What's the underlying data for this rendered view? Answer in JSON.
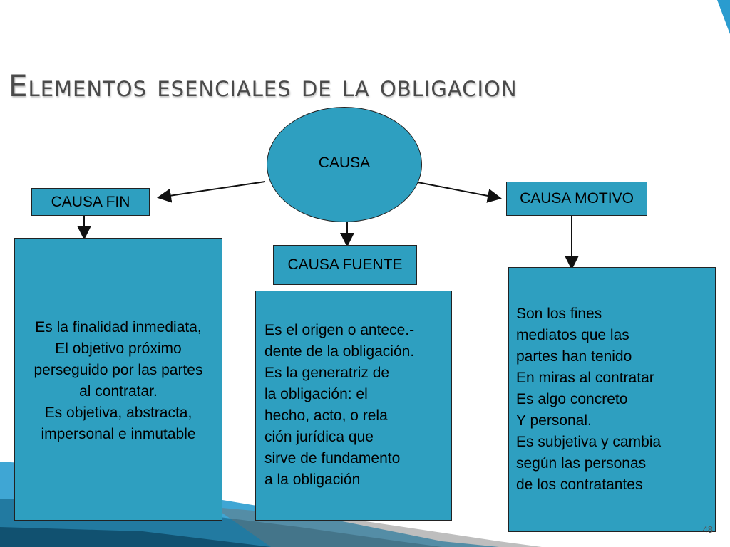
{
  "title": "Elementos esenciales de la obligacion",
  "page_number": "48",
  "center_node": "CAUSA",
  "nodes": {
    "fin": "CAUSA FIN",
    "fuente": "CAUSA FUENTE",
    "motivo": "CAUSA MOTIVO"
  },
  "descriptions": {
    "fin": "Es la finalidad inmediata,\nEl objetivo próximo\nperseguido por las partes\nal contratar.\nEs objetiva, abstracta,\nimpersonal e inmutable",
    "fuente": "Es el origen o antece.-\ndente de la obligación.\nEs la generatriz de\nla obligación: el\nhecho, acto, o rela\nción jurídica que\nsirve de fundamento\na la obligación",
    "motivo": "Son los fines\nmediatos que las\npartes han tenido\nEn miras al contratar\nEs algo concreto\nY personal.\nEs subjetiva y cambia\nsegún las personas\nde los contratantes"
  },
  "colors": {
    "box_fill": "#2e9fc0",
    "ellipse_fill": "#2e9fc0",
    "title": "#4a4a4a",
    "accent_bar": "#2a9ccf"
  }
}
